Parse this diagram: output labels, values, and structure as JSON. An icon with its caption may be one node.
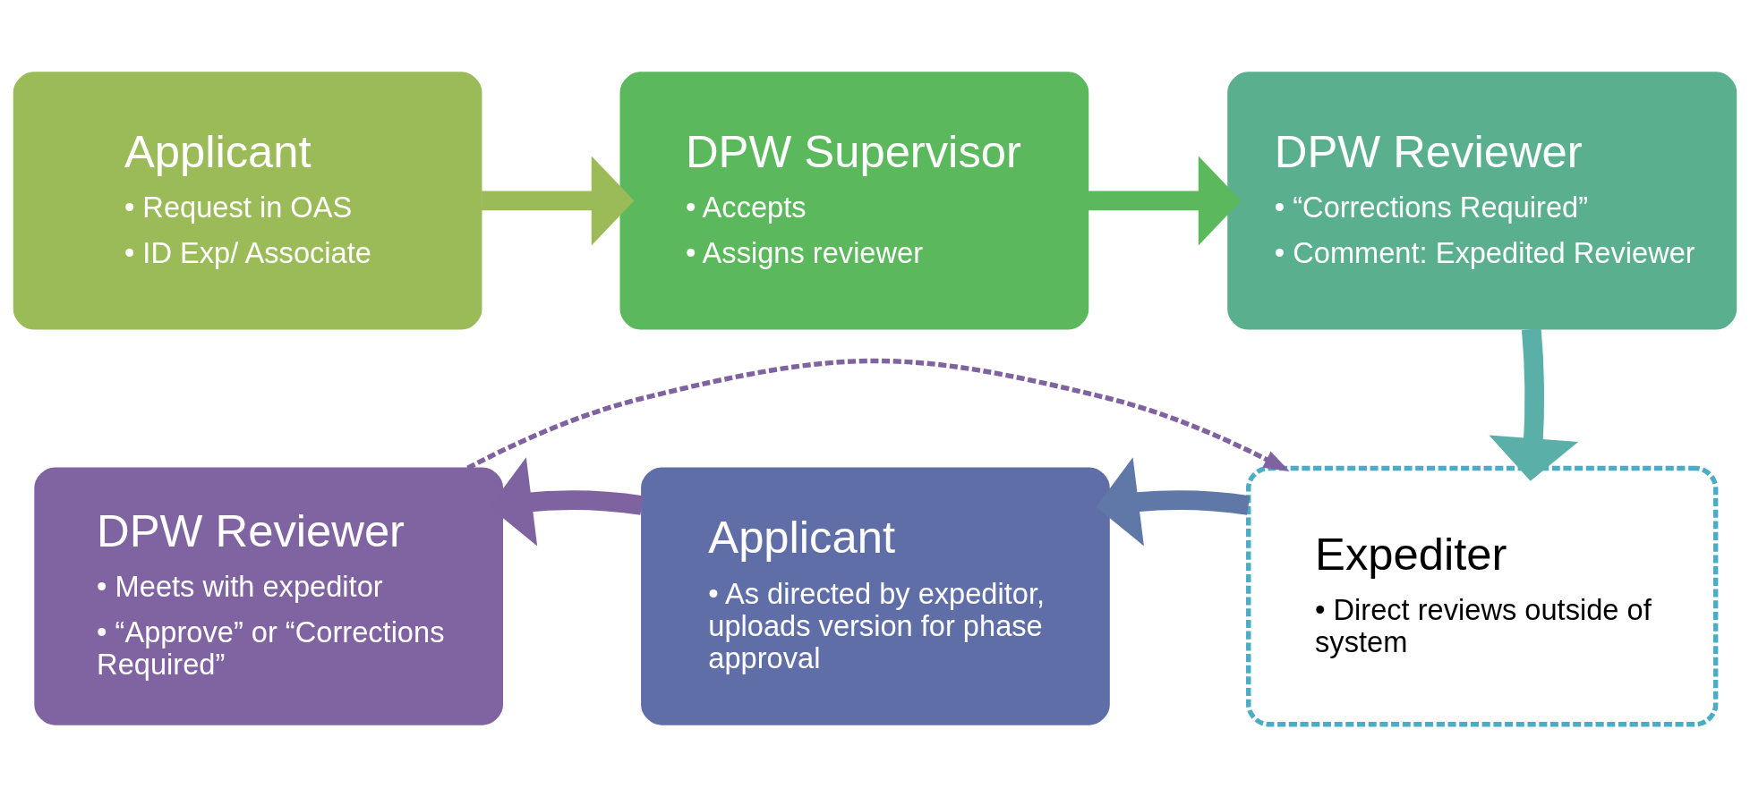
{
  "diagram": {
    "nodes": [
      {
        "text": [
          "Applicant",
          "• Request in OAS",
          "• ID Exp/ Associate"
        ]
      },
      {
        "text": [
          "DPW Supervisor",
          "• Accepts",
          "• Assigns reviewer"
        ]
      },
      {
        "text": [
          "DPW Reviewer",
          "• “Corrections Required”",
          "• Comment: Expedited Reviewer"
        ]
      },
      {
        "text": [
          "DPW Reviewer",
          "• Meets with expeditor",
          "• “Approve” or “Corrections Required”"
        ]
      },
      {
        "text": [
          "Applicant",
          "• As directed by expeditor, uploads version for phase approval"
        ]
      },
      {
        "text": [
          "Expediter",
          "• Direct reviews outside of system"
        ]
      }
    ],
    "edges": [
      {
        "from": 0,
        "to": 1,
        "arrow": "to",
        "color": "#9bbb59"
      },
      {
        "from": 1,
        "to": 2,
        "arrow": "to",
        "color": "#5cb85c"
      },
      {
        "from": 2,
        "to": 5,
        "arrow": "to",
        "color": "#5ab0a8"
      },
      {
        "from": 5,
        "to": 4,
        "arrow": "to",
        "color": "#6078a8"
      },
      {
        "from": 4,
        "to": 3,
        "arrow": "to",
        "color": "#7f63a0"
      },
      {
        "from": 3,
        "to": 5,
        "arrow": "to",
        "style": "dashed",
        "color": "#7f63a0"
      }
    ]
  }
}
